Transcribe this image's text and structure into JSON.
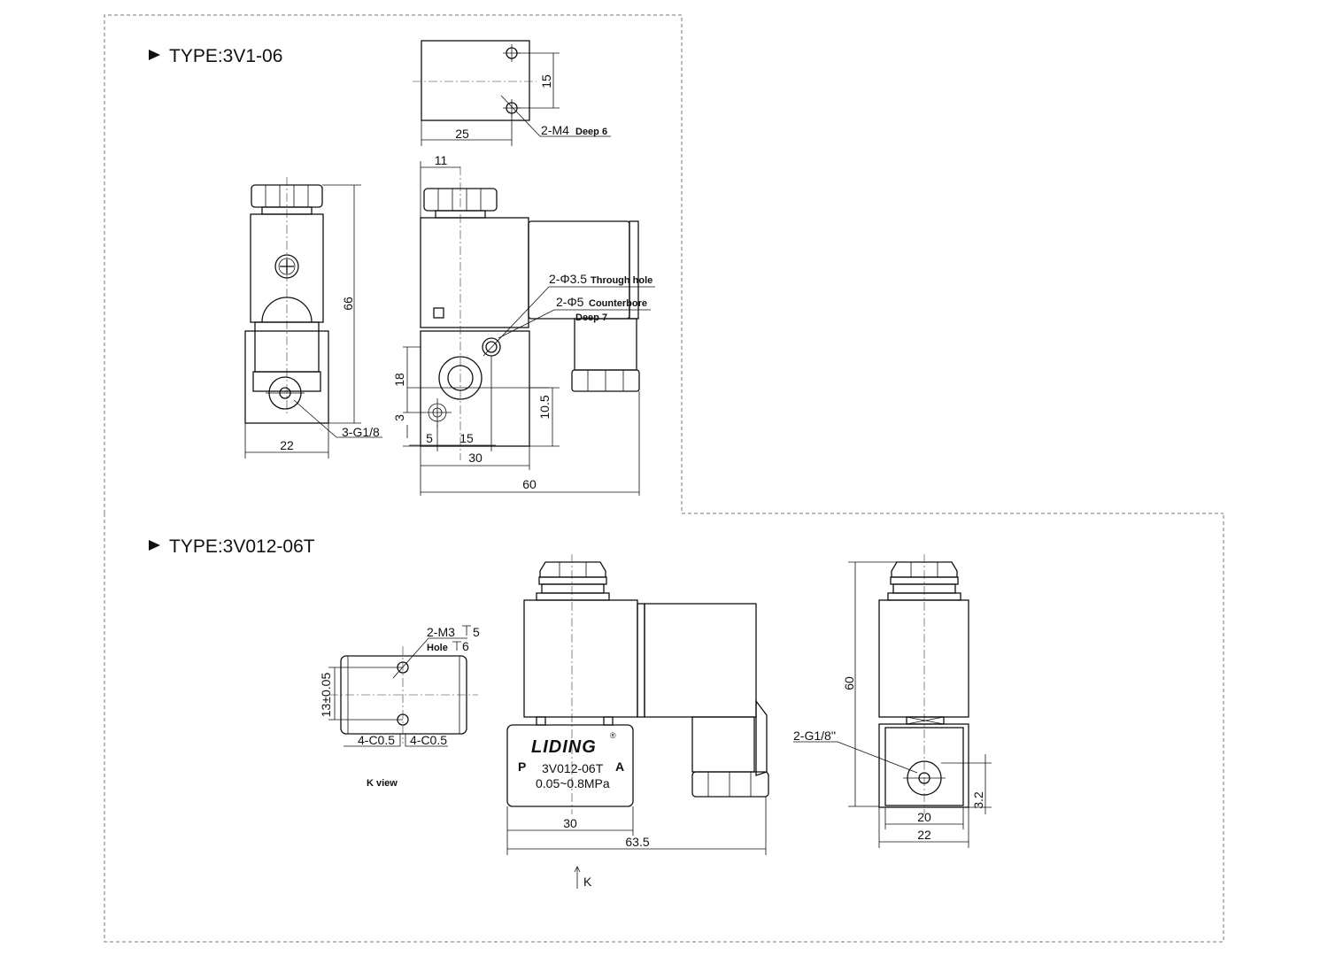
{
  "section1": {
    "title": "TYPE:3V1-06",
    "labels": {
      "top_15": "15",
      "top_25": "25",
      "m4": "2-M4",
      "m4_deep": "Deep 6",
      "d11": "11",
      "d66": "66",
      "phi35": "2-Φ3.5",
      "through": "Through hole",
      "phi5": "2-Φ5",
      "counterbore": "Counterbore",
      "deep7": "Deep 7",
      "d18": "18",
      "d3": "3",
      "d105": "10.5",
      "d5": "5",
      "d15": "15",
      "d30": "30",
      "d60": "60",
      "d22": "22",
      "g18": "3-G1/8"
    }
  },
  "section2": {
    "title": "TYPE:3V012-06T",
    "labels": {
      "m3": "2-M3",
      "m3_depth": "5",
      "hole": "Hole",
      "hole_depth": "6",
      "tol13": "13±0.05",
      "c05_left": "4-C0.5",
      "c05_right": "4-C0.5",
      "kview": "K view",
      "brand": "LIDING",
      "reg": "®",
      "port_p": "P",
      "port_a": "A",
      "model": "3V012-06T",
      "pressure": "0.05~0.8MPa",
      "d30": "30",
      "d635": "63.5",
      "k": "K",
      "d60": "60",
      "g18": "2-G1/8''",
      "d20": "20",
      "d22": "22",
      "d32": "3.2"
    }
  }
}
